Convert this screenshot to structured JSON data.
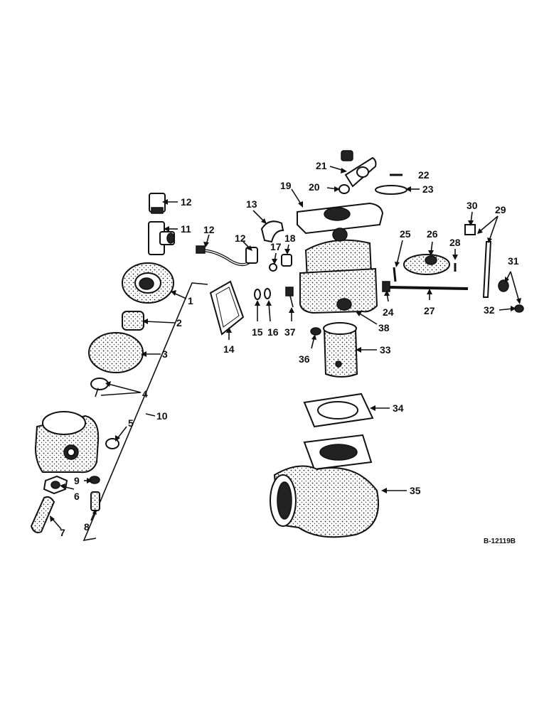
{
  "drawing_code": "B-12119B",
  "group_label": "10",
  "callouts": [
    "1",
    "2",
    "3",
    "4",
    "5",
    "6",
    "7",
    "8",
    "9",
    "11",
    "12",
    "12",
    "13",
    "14",
    "15",
    "16",
    "17",
    "18",
    "19",
    "20",
    "21",
    "22",
    "23",
    "24",
    "25",
    "26",
    "27",
    "28",
    "29",
    "30",
    "31",
    "32",
    "33",
    "34",
    "35",
    "36",
    "37",
    "38"
  ]
}
